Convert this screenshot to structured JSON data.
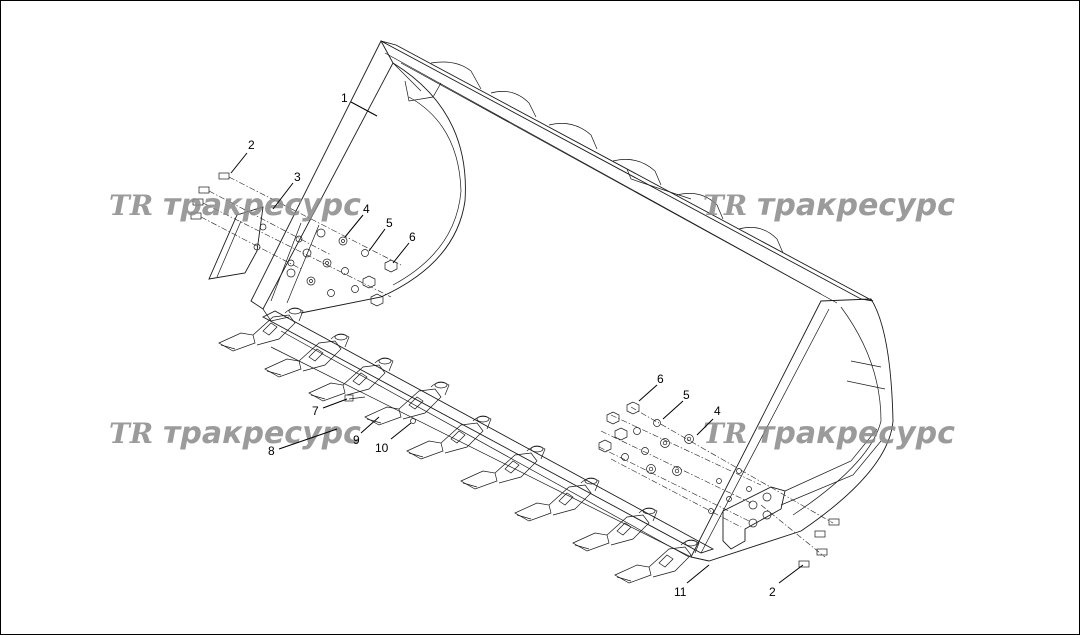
{
  "watermark": {
    "logo": "TR",
    "text": "тракресурс"
  },
  "callouts": [
    "1",
    "2",
    "3",
    "4",
    "5",
    "6",
    "7",
    "8",
    "9",
    "10",
    "11",
    "2",
    "4",
    "5",
    "6"
  ]
}
